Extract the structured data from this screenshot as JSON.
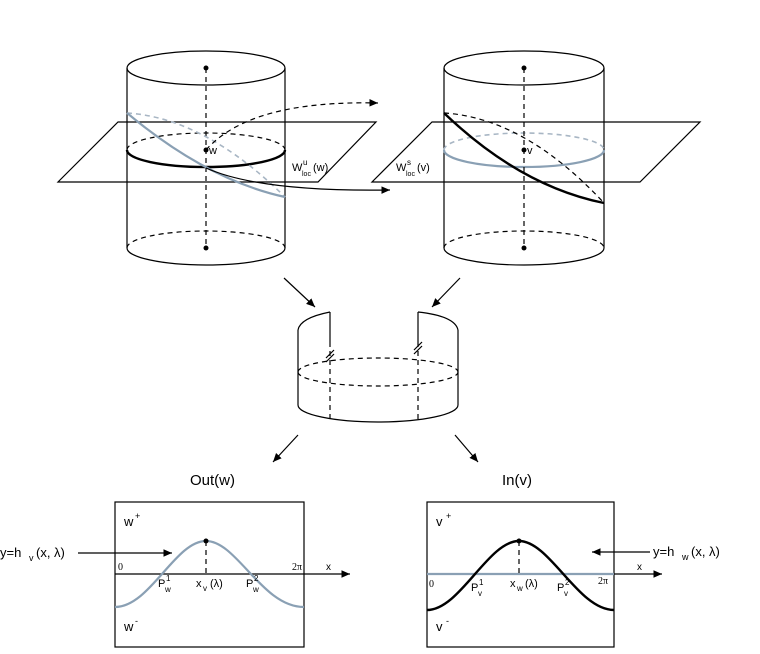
{
  "labels": {
    "w_point": "w",
    "v_point": "v",
    "wu_main": "W",
    "wu_sup": "u",
    "wu_sub": "loc",
    "wu_arg": "(w)",
    "ws_main": "W",
    "ws_sup": "s",
    "ws_sub": "loc",
    "ws_arg": "(v)"
  },
  "left_panel": {
    "title": "Out(w)",
    "top_region": "w",
    "top_sup": "+",
    "bottom_region": "w",
    "bottom_sup": "-",
    "zero": "0",
    "two_pi": "2π",
    "axis": "x",
    "curve_label": "y=h",
    "curve_sub": "v",
    "curve_args": "(x, λ)",
    "p1_main": "P",
    "p1_sup": "1",
    "p1_sub": "w",
    "p2_main": "P",
    "p2_sup": "2",
    "p2_sub": "w",
    "x_main": "x",
    "x_sub": "v",
    "x_args": "(λ)"
  },
  "right_panel": {
    "title": "In(v)",
    "top_region": "v",
    "top_sup": "+",
    "bottom_region": "v",
    "bottom_sup": "-",
    "zero": "0",
    "two_pi": "2π",
    "axis": "x",
    "curve_label": "y=h",
    "curve_sub": "w",
    "curve_args": "(x, λ)",
    "p1_main": "P",
    "p1_sup": "1",
    "p1_sub": "v",
    "p2_main": "P",
    "p2_sup": "2",
    "p2_sub": "v",
    "x_main": "x",
    "x_sub": "w",
    "x_args": "(λ)"
  },
  "colors": {
    "unstable_curve": "#8aa0b4",
    "stroke": "#000000"
  }
}
